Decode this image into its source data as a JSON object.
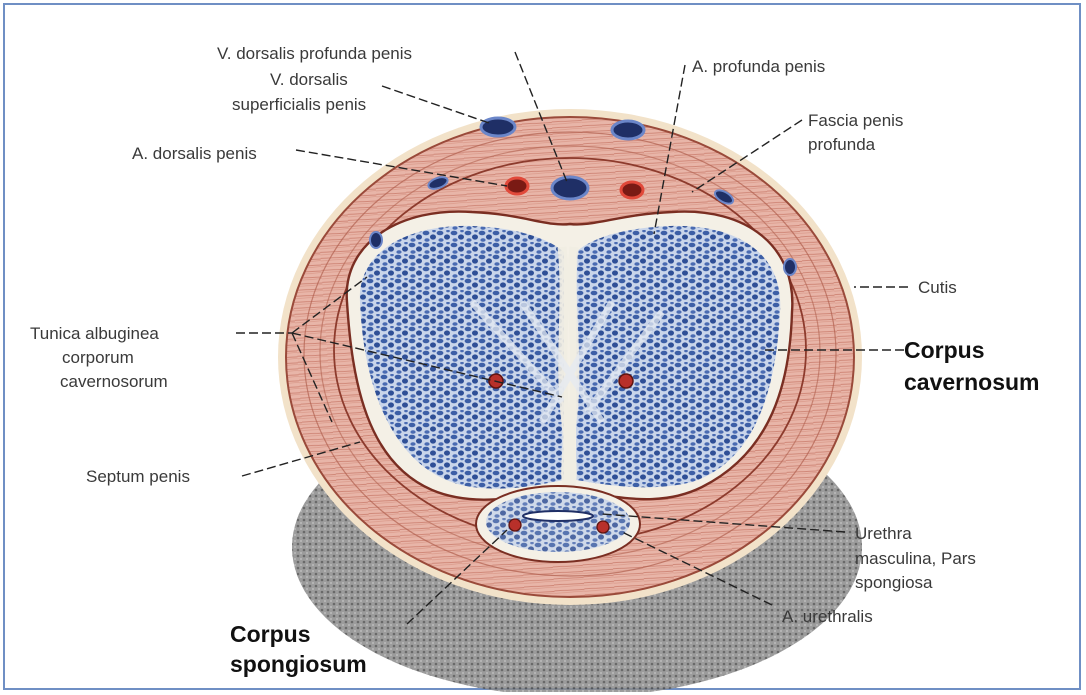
{
  "labels": {
    "v_dorsalis_profunda": "V. dorsalis profunda penis",
    "v_dorsalis_superficialis_1": "V. dorsalis",
    "v_dorsalis_superficialis_2": "superficialis penis",
    "a_dorsalis": "A. dorsalis penis",
    "a_profunda": "A. profunda penis",
    "fascia_1": "Fascia penis",
    "fascia_2": "profunda",
    "cutis": "Cutis",
    "tunica_1": "Tunica albuginea",
    "tunica_2": "corporum",
    "tunica_3": "cavernosorum",
    "corpus_cavernosum_1": "Corpus",
    "corpus_cavernosum_2": "cavernosum",
    "septum": "Septum penis",
    "urethra_1": "Urethra",
    "urethra_2": "masculina, Pars",
    "urethra_3": "spongiosa",
    "a_urethralis": "A. urethralis",
    "corpus_spongiosum_1": "Corpus",
    "corpus_spongiosum_2": "spongiosum"
  },
  "colors": {
    "frame": "#6f8fc4",
    "skin": "#e9b9ae",
    "fascia_lines": "#b0604f",
    "cavernous_tissue": "#3d5fa6",
    "artery": "#c8382a",
    "vein": "#2c3f78",
    "shadow": "#6e6e6e"
  }
}
